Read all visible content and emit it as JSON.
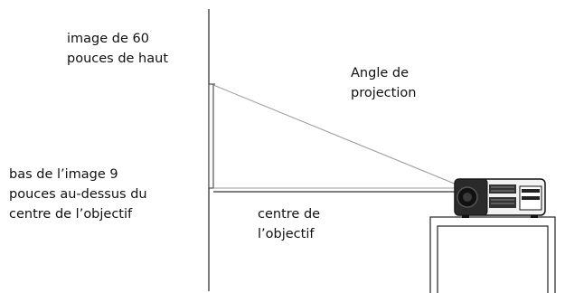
{
  "labels": {
    "image_height": [
      "image de 60",
      "pouces de haut"
    ],
    "projection_angle": [
      "Angle de",
      "projection"
    ],
    "image_bottom": [
      "bas de l’image 9",
      "pouces au-dessus du",
      "centre de l’objectif"
    ],
    "lens_center": [
      "centre de",
      "l’objectif"
    ]
  }
}
